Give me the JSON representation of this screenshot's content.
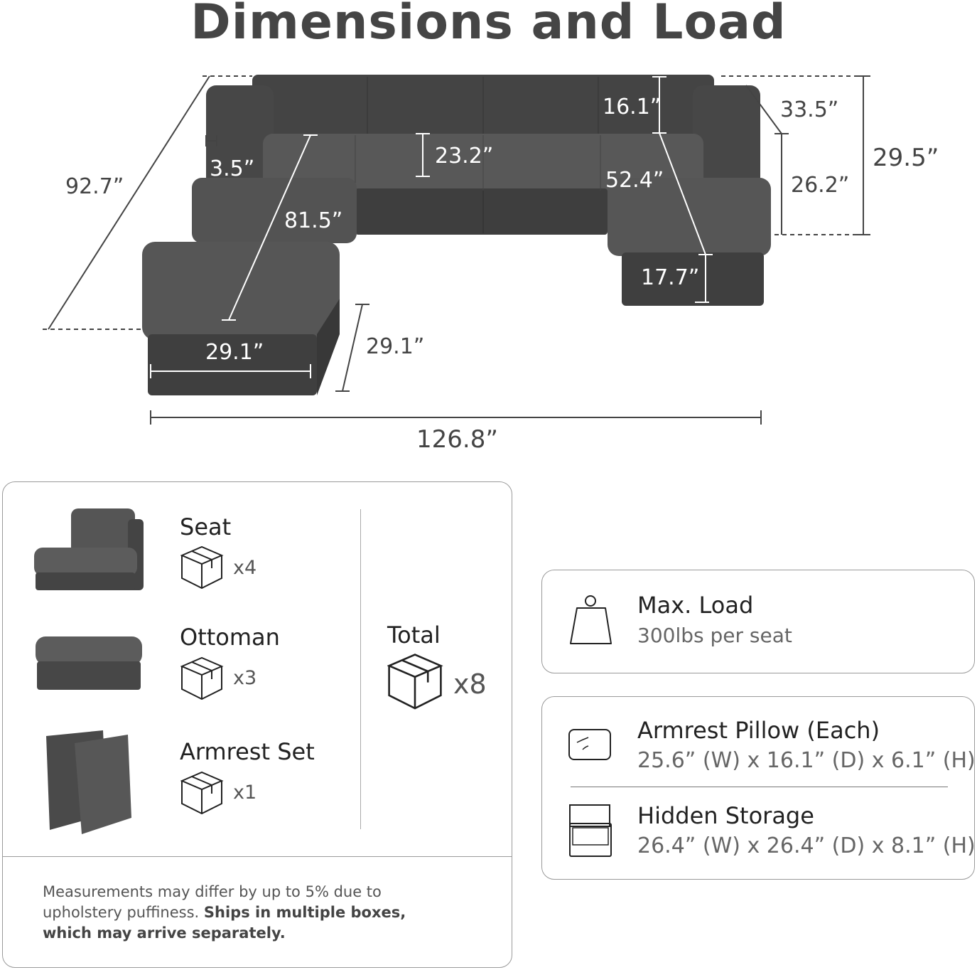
{
  "title": "Dimensions and Load",
  "dimensions": {
    "diagonal_depth": "92.7”",
    "armrest_width": "3.5”",
    "chaise_length": "81.5”",
    "seat_height": "23.2”",
    "back_height": "16.1”",
    "right_chaise_length": "52.4”",
    "arm_depth": "33.5”",
    "seat_back_height": "26.2”",
    "total_height": "29.5”",
    "ottoman_height": "17.7”",
    "ottoman_width": "29.1”",
    "ottoman_depth": "29.1”",
    "total_width": "126.8”"
  },
  "components": [
    {
      "label": "Seat",
      "count": "x4"
    },
    {
      "label": "Ottoman",
      "count": "x3"
    },
    {
      "label": "Armrest Set",
      "count": "x1"
    }
  ],
  "total": {
    "label": "Total",
    "count": "x8"
  },
  "note": {
    "regular": "Measurements may differ by up to 5% due to upholstery puffiness.",
    "bold": "Ships in multiple boxes, which may arrive separately."
  },
  "specs": {
    "max_load": {
      "title": "Max. Load",
      "value": "300lbs per seat",
      "icon": "weight-icon"
    },
    "armrest_pillow": {
      "title": "Armrest Pillow (Each)",
      "value": "25.6” (W) x 16.1” (D) x 6.1” (H)",
      "icon": "pillow-icon"
    },
    "hidden_storage": {
      "title": "Hidden Storage",
      "value": "26.4” (W) x 26.4” (D) x 8.1” (H)",
      "icon": "storage-box-icon"
    }
  },
  "colors": {
    "fabric": "#4a4a4a",
    "fabric_light": "#5a5a5a",
    "text": "#444444",
    "border": "#9a9a9a"
  }
}
